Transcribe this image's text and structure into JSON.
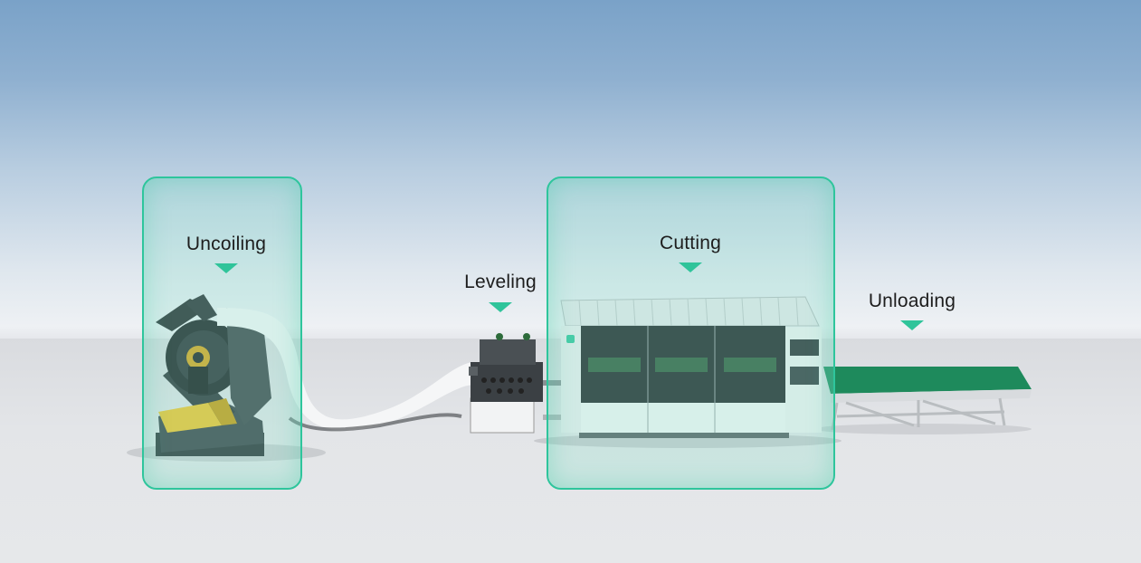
{
  "stages": [
    {
      "id": "uncoiling",
      "label": "Uncoiling",
      "highlighted": true
    },
    {
      "id": "leveling",
      "label": "Leveling",
      "highlighted": false
    },
    {
      "id": "cutting",
      "label": "Cutting",
      "highlighted": true
    },
    {
      "id": "unloading",
      "label": "Unloading",
      "highlighted": false
    }
  ],
  "colors": {
    "accent": "#2ec59c",
    "arrow": "#2fc49a",
    "conveyor": "#1e8a5c",
    "machine_dark": "#1f2326",
    "machine_white": "#f4f5f6"
  }
}
